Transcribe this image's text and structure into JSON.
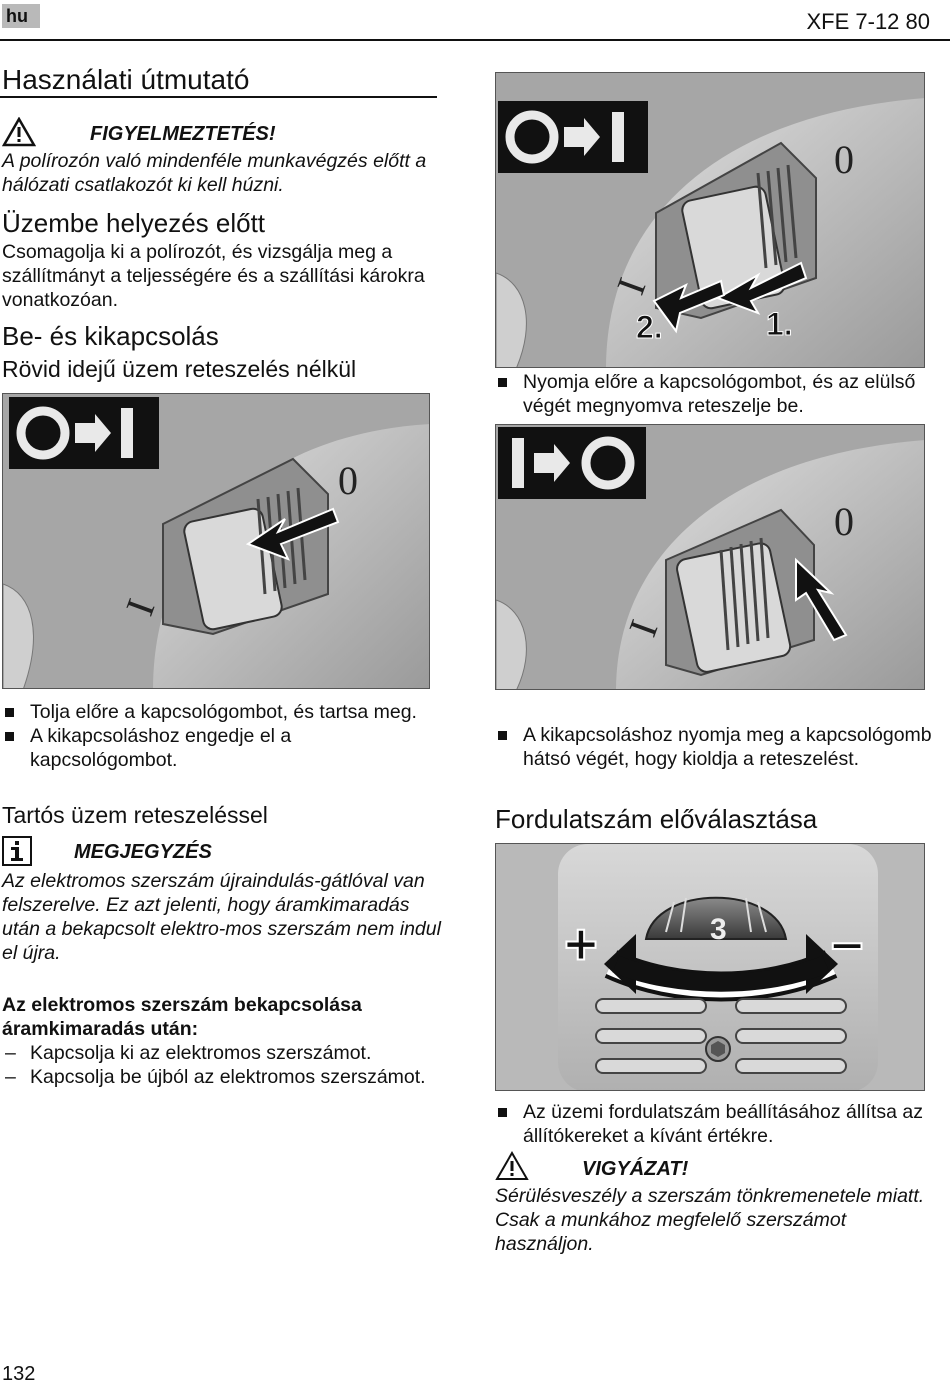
{
  "header": {
    "lang": "hu",
    "model": "XFE 7-12 80"
  },
  "title": "Használati útmutató",
  "warning1": {
    "label": "FIGYELMEZTETÉS!",
    "text": "A polírozón való mindenféle munkavégzés előtt a hálózati csatlakozót ki kell húzni."
  },
  "section_before_use": {
    "heading": "Üzembe helyezés előtt",
    "text": "Csomagolja ki a polírozót, és vizsgálja meg a szállítmányt a teljességére és a szállítási károkra vonatkozóan."
  },
  "section_switch": {
    "heading": "Be- és kikapcsolás",
    "subheading": "Rövid idejű üzem reteszelés nélkül"
  },
  "figure_switch_short": {
    "icon_from": "O",
    "icon_to": "I",
    "switch_mark_on": "I",
    "switch_mark_off": "0"
  },
  "bullets_short": [
    "Tolja előre a kapcsológombot, és tartsa meg.",
    "A kikapcsoláshoz engedje el a kapcsológombot."
  ],
  "section_continuous": {
    "heading": "Tartós üzem reteszeléssel"
  },
  "note1": {
    "label": "MEGJEGYZÉS",
    "text": "Az elektromos szerszám újraindulás-gátlóval van felszerelve. Ez azt jelenti, hogy áramkimaradás után a bekapcsolt elektro-mos szerszám nem indul el újra."
  },
  "restart": {
    "heading": "Az elektromos szerszám bekapcsolása áramkimaradás után:",
    "steps": [
      "Kapcsolja ki az elektromos szerszámot.",
      "Kapcsolja be újból az elektromos szerszámot."
    ]
  },
  "figure_lock_on": {
    "icon_from": "O",
    "icon_to": "I",
    "step1": "1.",
    "step2": "2.",
    "switch_mark_on": "I",
    "switch_mark_off": "0"
  },
  "bullet_lock_on": "Nyomja előre a kapcsológombot, és az elülső végét megnyomva reteszelje be.",
  "figure_lock_off": {
    "icon_from": "I",
    "icon_to": "O",
    "switch_mark_on": "I",
    "switch_mark_off": "0"
  },
  "bullet_lock_off": "A kikapcsoláshoz nyomja meg a kapcsológomb hátsó végét, hogy kioldja a reteszelést.",
  "section_speed": {
    "heading": "Fordulatszám előválasztása"
  },
  "figure_speed": {
    "plus": "+",
    "minus": "–",
    "dial_value": "3"
  },
  "bullet_speed": "Az üzemi fordulatszám beállításához állítsa az állítókereket a kívánt értékre.",
  "caution": {
    "label": "VIGYÁZAT!",
    "text": "Sérülésveszély a szerszám tönkremenetele miatt. Csak a munkához megfelelő szerszámot használjon."
  },
  "page_number": "132",
  "colors": {
    "figure_bg": "#a9a9a9",
    "body_light": "#d4d4d4",
    "ink": "#111111"
  }
}
